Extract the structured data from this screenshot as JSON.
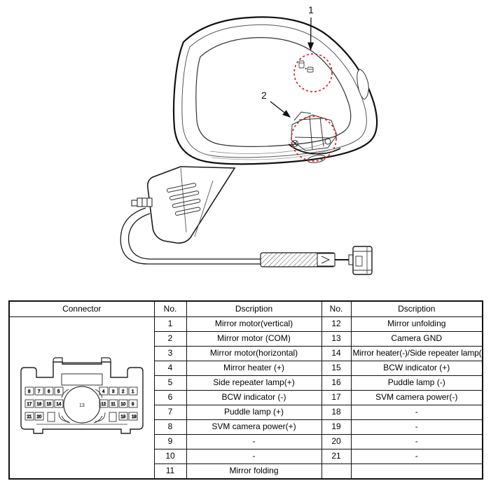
{
  "colors": {
    "callout_accent": "#d42525",
    "line": "#1a1a1a"
  },
  "figure": {
    "callouts": [
      {
        "label": "1"
      },
      {
        "label": "2"
      }
    ]
  },
  "connector_pinout": {
    "center_pin": "13",
    "top_left_pins": [
      "8",
      "7",
      "6",
      "5"
    ],
    "top_right_pins": [
      "4",
      "3",
      "2",
      "1"
    ],
    "mid_left_pins": [
      "17",
      "16",
      "15",
      "14"
    ],
    "mid_right_pins": [
      "12",
      "11",
      "10",
      "9"
    ],
    "bottom_left_pins": [
      "21",
      "20"
    ],
    "bottom_right_pins": [
      "19",
      "18"
    ]
  },
  "table": {
    "headers": {
      "connector": "Connector",
      "no_left": "No.",
      "desc_left": "Dscription",
      "no_right": "No.",
      "desc_right": "Dscription"
    },
    "rows": [
      {
        "n1": "1",
        "d1": "Mirror motor(vertical)",
        "n2": "12",
        "d2": "Mirror unfolding"
      },
      {
        "n1": "2",
        "d1": "Mirror motor (COM)",
        "n2": "13",
        "d2": "Camera GND"
      },
      {
        "n1": "3",
        "d1": "Mirror motor(horizontal)",
        "n2": "14",
        "d2": "Mirror heater(-)/Side repeater lamp(-)"
      },
      {
        "n1": "4",
        "d1": "Mirror heater (+)",
        "n2": "15",
        "d2": "BCW indicator (+)"
      },
      {
        "n1": "5",
        "d1": "Side repeater lamp(+)",
        "n2": "16",
        "d2": "Puddle lamp (-)"
      },
      {
        "n1": "6",
        "d1": "BCW indicator (-)",
        "n2": "17",
        "d2": "SVM camera power(-)"
      },
      {
        "n1": "7",
        "d1": "Puddle lamp (+)",
        "n2": "18",
        "d2": "-"
      },
      {
        "n1": "8",
        "d1": "SVM camera power(+)",
        "n2": "19",
        "d2": "-"
      },
      {
        "n1": "9",
        "d1": "-",
        "n2": "20",
        "d2": "-"
      },
      {
        "n1": "10",
        "d1": "-",
        "n2": "21",
        "d2": "-"
      },
      {
        "n1": "11",
        "d1": "Mirror folding",
        "n2": "",
        "d2": ""
      }
    ]
  }
}
